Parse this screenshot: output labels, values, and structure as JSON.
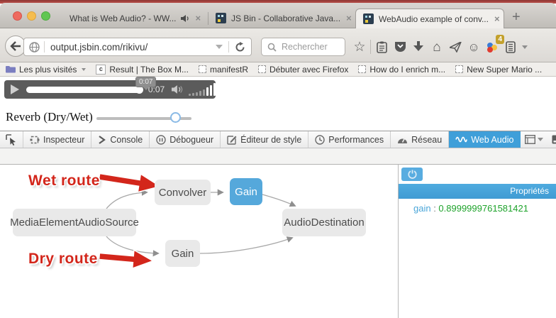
{
  "window_tabs": {
    "tab1": {
      "label": "What is Web Audio? - WW..."
    },
    "tab2": {
      "label": "JS Bin - Collaborative Java..."
    },
    "tab3": {
      "label": "WebAudio example of conv..."
    },
    "close_glyph": "×",
    "new_tab_glyph": "+"
  },
  "navbar": {
    "url": "output.jsbin.com/rikivu/",
    "search_placeholder": "Rechercher",
    "badge_count": "4"
  },
  "bookmarks": {
    "items": [
      {
        "label": "Les plus visités",
        "icon": "folder-icon"
      },
      {
        "label": "Result | The Box M...",
        "icon": "c-favicon"
      },
      {
        "label": "manifestR",
        "icon": "default-favicon"
      },
      {
        "label": "Débuter avec Firefox",
        "icon": "default-favicon"
      },
      {
        "label": "How do I enrich m...",
        "icon": "default-favicon"
      },
      {
        "label": "New Super Mario ...",
        "icon": "default-favicon"
      }
    ]
  },
  "player": {
    "tooltip": "0:07",
    "time": "0:07"
  },
  "reverb": {
    "label": "Reverb (Dry/Wet)"
  },
  "devtools": {
    "tabs": [
      {
        "label": "Inspecteur"
      },
      {
        "label": "Console"
      },
      {
        "label": "Débogueur"
      },
      {
        "label": "Éditeur de style"
      },
      {
        "label": "Performances"
      },
      {
        "label": "Réseau"
      },
      {
        "label": "Web Audio"
      }
    ],
    "active_tab": "Web Audio",
    "active_color": "#3f9fd9"
  },
  "graph": {
    "nodes": [
      {
        "id": "source",
        "label": "MediaElementAudioSource",
        "selected": false
      },
      {
        "id": "convolver",
        "label": "Convolver",
        "selected": false
      },
      {
        "id": "gain-wet",
        "label": "Gain",
        "selected": true
      },
      {
        "id": "gain-dry",
        "label": "Gain",
        "selected": false
      },
      {
        "id": "destination",
        "label": "AudioDestination",
        "selected": false
      }
    ],
    "edges": [
      [
        "source",
        "convolver"
      ],
      [
        "convolver",
        "gain-wet"
      ],
      [
        "gain-wet",
        "destination"
      ],
      [
        "source",
        "gain-dry"
      ],
      [
        "gain-dry",
        "destination"
      ]
    ],
    "annotations": [
      {
        "text": "Wet route",
        "color": "#d3261b"
      },
      {
        "text": "Dry route",
        "color": "#d3261b"
      }
    ],
    "selected_node_color": "#55a8db"
  },
  "panel": {
    "header": "Propriétés",
    "header_color": "#48a6dc",
    "property": "gain",
    "separator": " : ",
    "value": "0.8999999761581421",
    "name_color": "#4aa6d9",
    "value_color": "#1ea32b"
  }
}
